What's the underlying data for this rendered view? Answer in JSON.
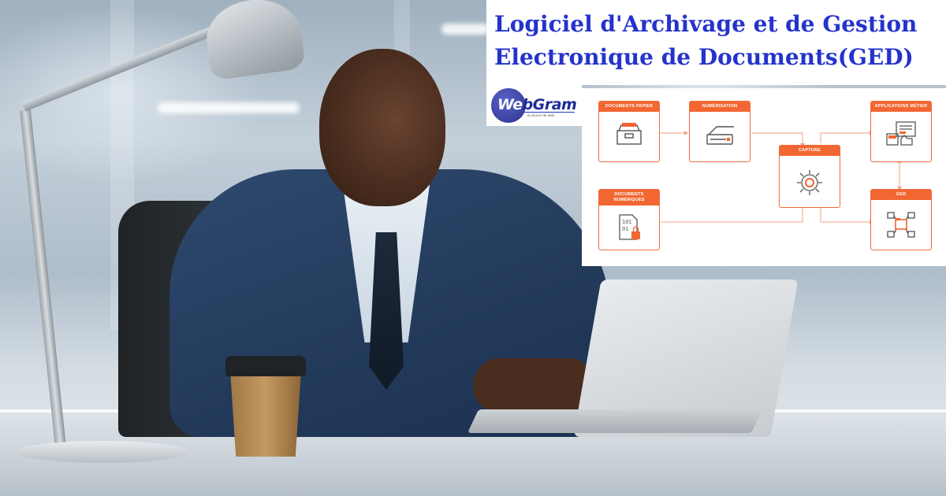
{
  "title": {
    "line1": "Logiciel d'Archivage et de Gestion",
    "line2": "Electronique de Documents(GED)"
  },
  "logo": {
    "brand_w": "We",
    "brand_rest": "bGram",
    "tagline": "la source du web"
  },
  "diagram": {
    "accent": "#f26631",
    "nodes": {
      "papier": {
        "label": "DOCUMENTS PAPIER",
        "icon": "archive-box-icon"
      },
      "numerisation": {
        "label": "NUMÉRISATION",
        "icon": "scanner-icon"
      },
      "capture": {
        "label": "CAPTURE",
        "icon": "gear-chip-icon"
      },
      "applications": {
        "label": "APPLICATIONS MÉTIER",
        "icon": "business-apps-icon"
      },
      "numeriques": {
        "label": "DOCUMENTS NUMÉRIQUES",
        "icon": "binary-document-lock-icon"
      },
      "ged": {
        "label": "GED",
        "icon": "network-folder-icon"
      }
    }
  },
  "colors": {
    "title": "#2433cc",
    "suit": "#243c5d"
  }
}
